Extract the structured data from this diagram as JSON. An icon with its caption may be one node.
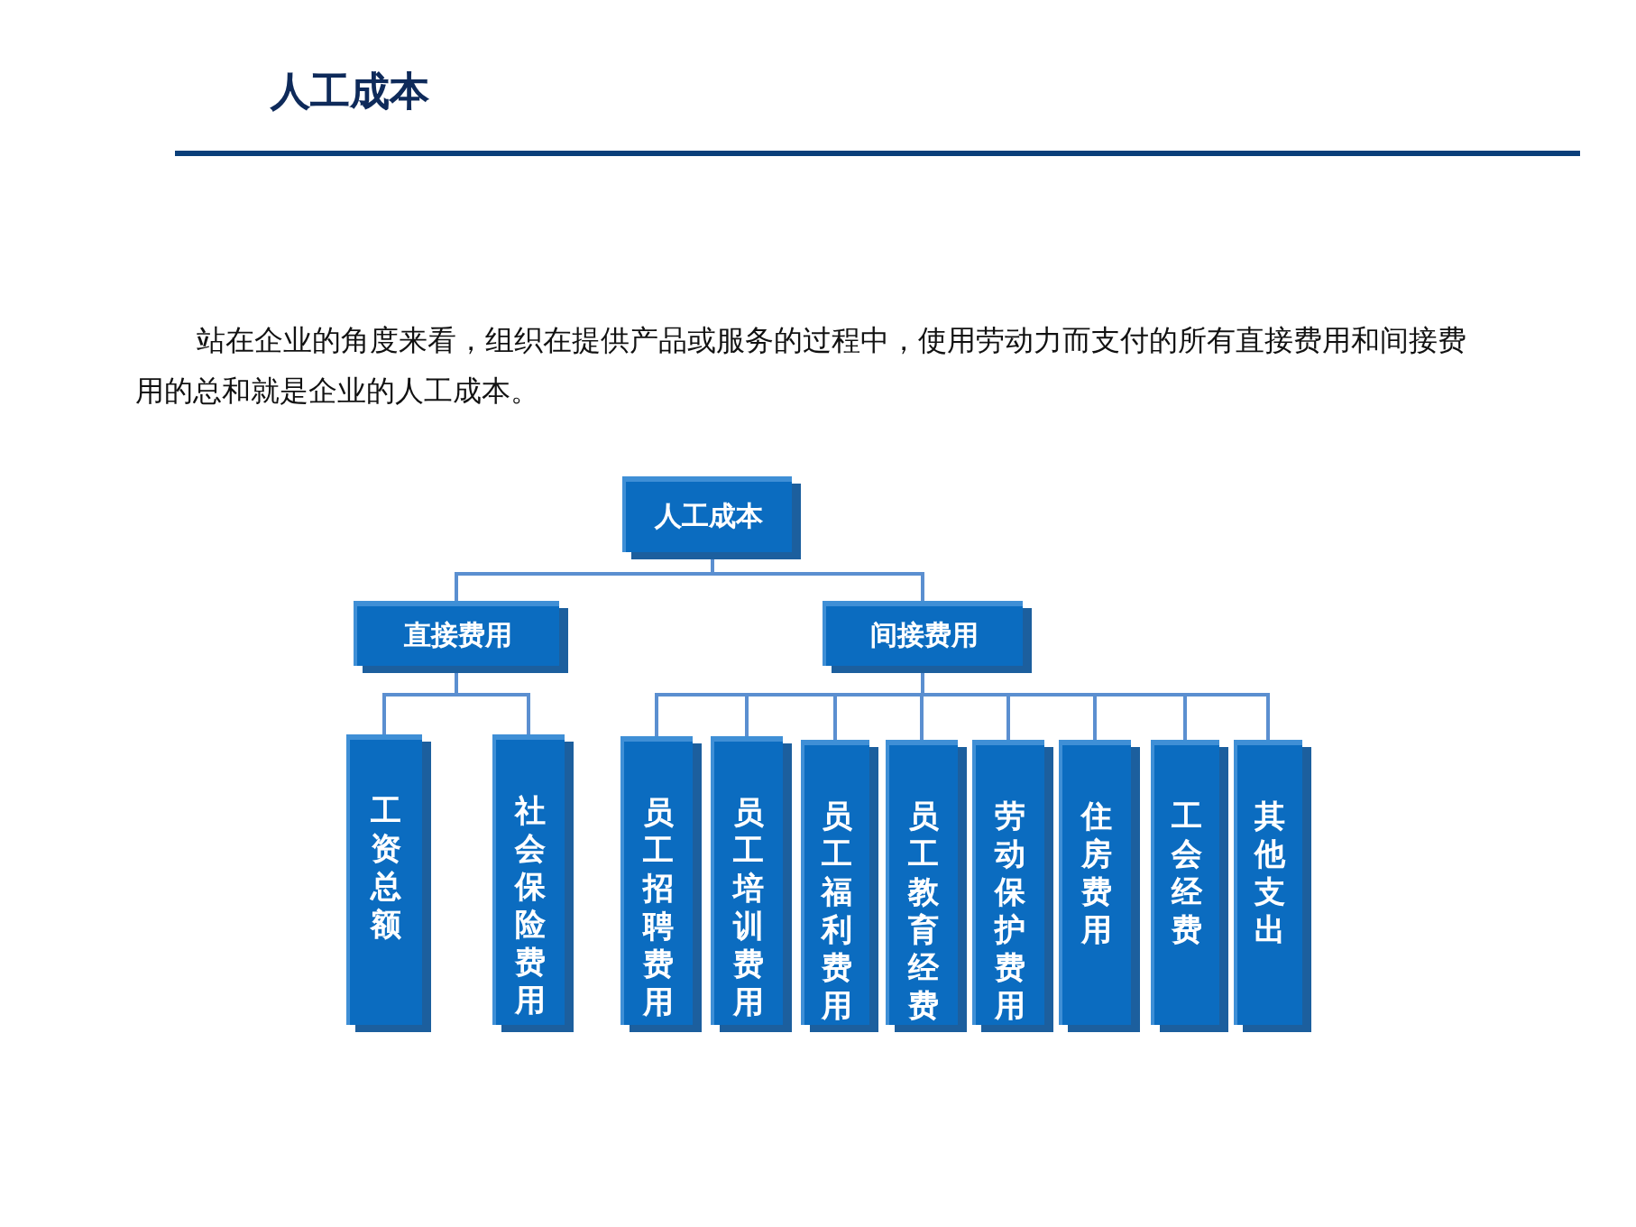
{
  "diagram": {
    "title": "人工成本",
    "nodes": [
      {
        "text": [
          "人工成本"
        ]
      },
      {
        "text": [
          "直接费用"
        ]
      },
      {
        "text": [
          "间接费用"
        ]
      },
      {
        "text": [
          "工资总额"
        ]
      },
      {
        "text": [
          "社会保险费用"
        ]
      },
      {
        "text": [
          "员工招聘费用"
        ]
      },
      {
        "text": [
          "员工培训费用"
        ]
      },
      {
        "text": [
          "员工福利费用"
        ]
      },
      {
        "text": [
          "员工教育经费"
        ]
      },
      {
        "text": [
          "劳动保护费用"
        ]
      },
      {
        "text": [
          "住房费用"
        ]
      },
      {
        "text": [
          "工会经费"
        ]
      },
      {
        "text": [
          "其他支出"
        ]
      }
    ],
    "edges": [
      {
        "from": 0,
        "to": 1,
        "arrow": "none"
      },
      {
        "from": 0,
        "to": 2,
        "arrow": "none"
      },
      {
        "from": 1,
        "to": 3,
        "arrow": "none"
      },
      {
        "from": 1,
        "to": 4,
        "arrow": "none"
      },
      {
        "from": 2,
        "to": 5,
        "arrow": "none"
      },
      {
        "from": 2,
        "to": 6,
        "arrow": "none"
      },
      {
        "from": 2,
        "to": 7,
        "arrow": "none"
      },
      {
        "from": 2,
        "to": 8,
        "arrow": "none"
      },
      {
        "from": 2,
        "to": 9,
        "arrow": "none"
      },
      {
        "from": 2,
        "to": 10,
        "arrow": "none"
      },
      {
        "from": 2,
        "to": 11,
        "arrow": "none"
      },
      {
        "from": 2,
        "to": 12,
        "arrow": "none"
      }
    ],
    "labels": [
      "站在企业的角度来看，组织在提供产品或服务的过程中，使用劳动力而支付的所有直接费用和间接费用的总和就是企业的人工成本。"
    ]
  }
}
